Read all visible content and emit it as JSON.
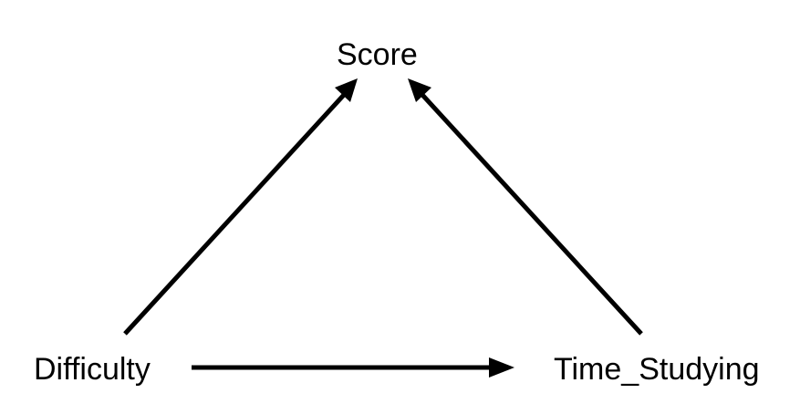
{
  "nodes": {
    "score": "Score",
    "difficulty": "Difficulty",
    "time_studying": "Time_Studying"
  },
  "edges": [
    {
      "from": "Difficulty",
      "to": "Score"
    },
    {
      "from": "Time_Studying",
      "to": "Score"
    },
    {
      "from": "Difficulty",
      "to": "Time_Studying"
    }
  ],
  "colors": {
    "background": "#ffffff",
    "ink": "#000000"
  }
}
